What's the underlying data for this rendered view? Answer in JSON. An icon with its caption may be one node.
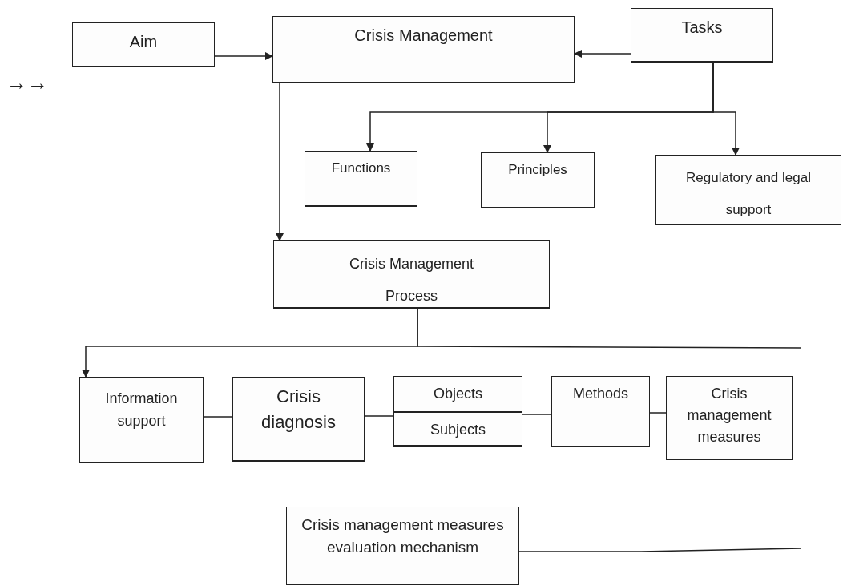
{
  "diagram": {
    "nodes": [
      {
        "text": [
          "Aim"
        ]
      },
      {
        "text": [
          "Crisis Management"
        ]
      },
      {
        "text": [
          "Tasks"
        ]
      },
      {
        "text": [
          "Functions"
        ]
      },
      {
        "text": [
          "Principles"
        ]
      },
      {
        "text": [
          "Regulatory and legal support"
        ]
      },
      {
        "text": [
          "Crisis Management Process"
        ]
      },
      {
        "text": [
          "Information support"
        ]
      },
      {
        "text": [
          "Crisis diagnosis"
        ]
      },
      {
        "text": [
          "Objects"
        ]
      },
      {
        "text": [
          "Subjects"
        ]
      },
      {
        "text": [
          "Methods"
        ]
      },
      {
        "text": [
          "Crisis management measures"
        ]
      },
      {
        "text": [
          "Crisis management measures evaluation mechanism"
        ]
      }
    ],
    "edges": [
      {
        "from": 0,
        "to": 1,
        "arrow": "to"
      },
      {
        "from": 2,
        "to": 1,
        "arrow": "to"
      },
      {
        "from": 1,
        "to": 6,
        "arrow": "to"
      },
      {
        "from": 2,
        "to": 3,
        "arrow": "to"
      },
      {
        "from": 2,
        "to": 4,
        "arrow": "to"
      },
      {
        "from": 2,
        "to": 5,
        "arrow": "to"
      },
      {
        "from": 6,
        "to": 7,
        "arrow": "to"
      },
      {
        "from": 6,
        "to": null,
        "arrow": "none"
      },
      {
        "from": 7,
        "to": 8,
        "arrow": "none"
      },
      {
        "from": 8,
        "to": 10,
        "arrow": "none"
      },
      {
        "from": 10,
        "to": 11,
        "arrow": "none"
      },
      {
        "from": 11,
        "to": 12,
        "arrow": "none"
      },
      {
        "from": 13,
        "to": null,
        "arrow": "none"
      }
    ],
    "labels": [
      "→→"
    ]
  }
}
